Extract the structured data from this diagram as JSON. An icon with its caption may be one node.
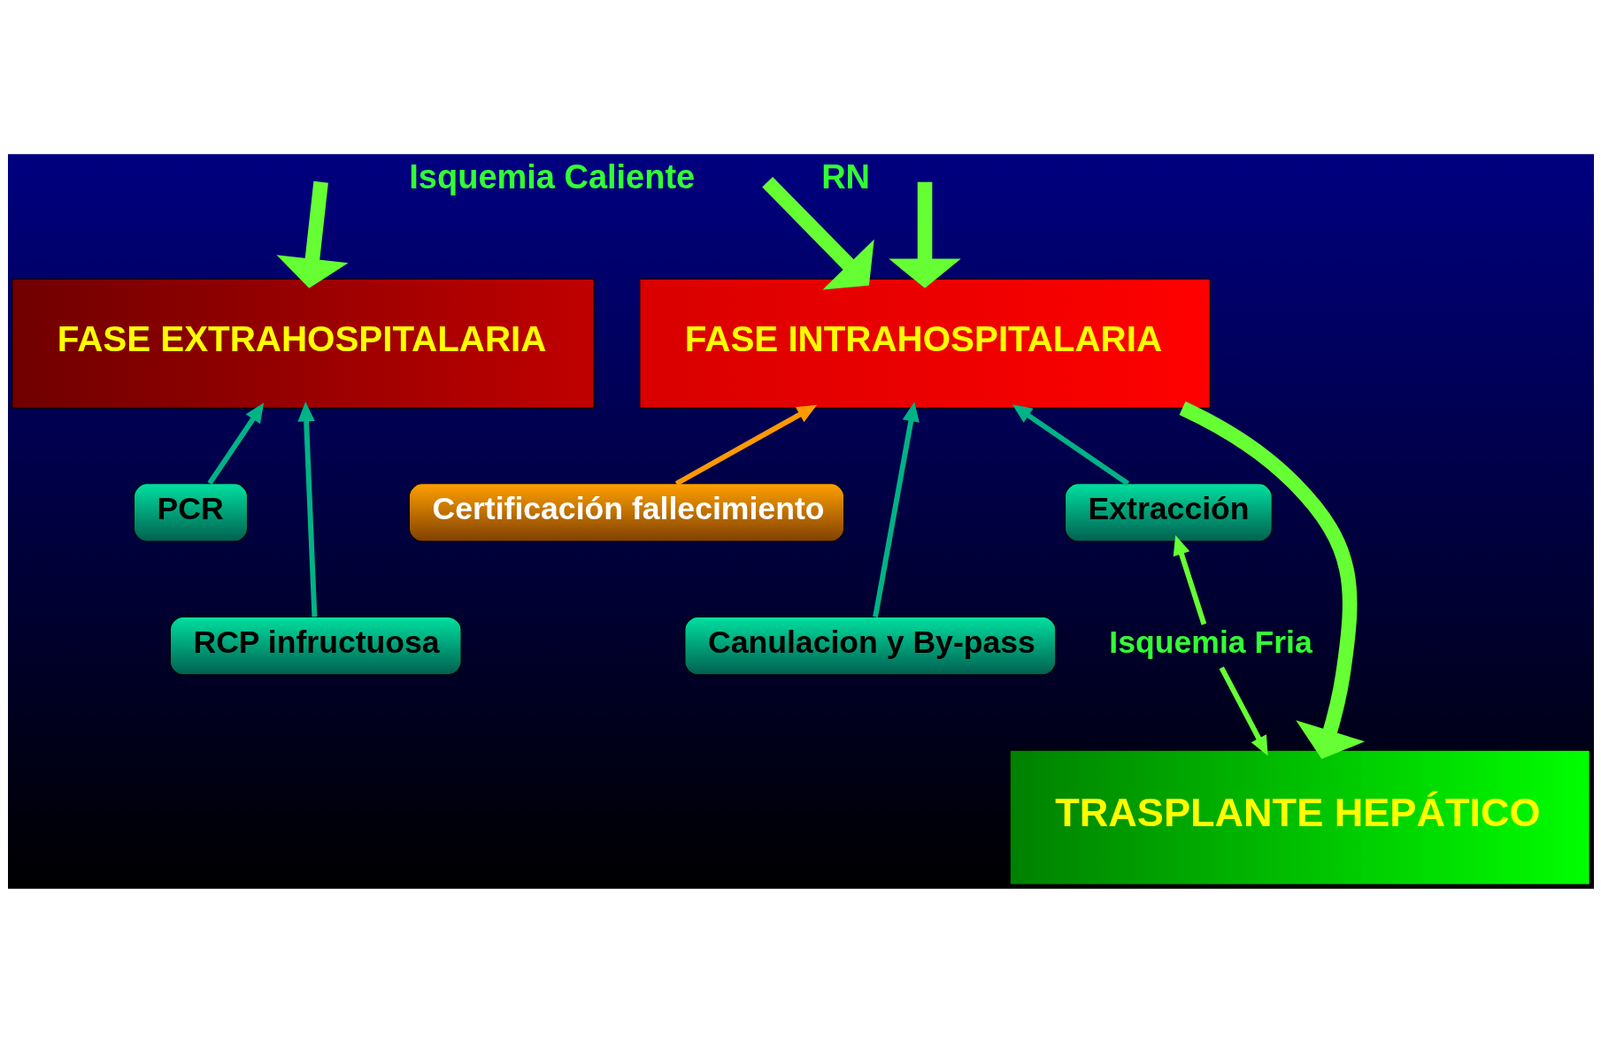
{
  "diagram": {
    "nodes": [
      {
        "text": [
          "FASE EXTRAHOSPITALARIA"
        ]
      },
      {
        "text": [
          "FASE INTRAHOSPITALARIA"
        ]
      },
      {
        "text": [
          "PCR"
        ]
      },
      {
        "text": [
          "RCP infructuosa"
        ]
      },
      {
        "text": [
          "Certificación fallecimiento"
        ]
      },
      {
        "text": [
          "Canulacion y By-pass"
        ]
      },
      {
        "text": [
          "Extracción"
        ]
      },
      {
        "text": [
          "Isquemia Fria"
        ]
      },
      {
        "text": [
          "TRASPLANTE HEPÁTICO"
        ]
      }
    ],
    "edges": [
      {
        "from": null,
        "to": 0,
        "arrow": "to",
        "style": "thick"
      },
      {
        "from": null,
        "to": 1,
        "arrow": "to",
        "style": "thick"
      },
      {
        "from": null,
        "to": 1,
        "arrow": "to",
        "style": "thick"
      },
      {
        "from": 2,
        "to": 0,
        "arrow": "to",
        "color": "#00b386"
      },
      {
        "from": 3,
        "to": 0,
        "arrow": "to",
        "color": "#00b386"
      },
      {
        "from": 4,
        "to": 1,
        "arrow": "to",
        "color": "#ff9900"
      },
      {
        "from": 5,
        "to": 1,
        "arrow": "to",
        "color": "#00b386"
      },
      {
        "from": 1,
        "to": 8,
        "arrow": "to",
        "style": "thick"
      },
      {
        "from": 6,
        "to": 1,
        "arrow": "to",
        "color": "#00b386"
      },
      {
        "from": 7,
        "to": 6,
        "arrow": "to"
      },
      {
        "from": 7,
        "to": 8,
        "arrow": "to"
      }
    ],
    "labels": [
      "Isquemia Caliente",
      "RN"
    ]
  }
}
